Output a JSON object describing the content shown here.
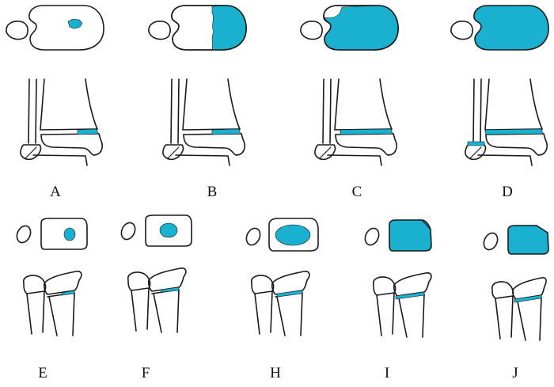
{
  "colors": {
    "highlight": "#1ab0cf",
    "outline": "#1a1a1a",
    "background": "#ffffff"
  },
  "panels": [
    {
      "label": "A",
      "highlight": "small-spot"
    },
    {
      "label": "B",
      "highlight": "anterior-half"
    },
    {
      "label": "C",
      "highlight": "most"
    },
    {
      "label": "D",
      "highlight": "entire"
    },
    {
      "label": "E",
      "highlight": "small-spot"
    },
    {
      "label": "F",
      "highlight": "small-oval"
    },
    {
      "label": "H",
      "highlight": "large-oval"
    },
    {
      "label": "I",
      "highlight": "near-entire"
    },
    {
      "label": "J",
      "highlight": "entire"
    }
  ]
}
